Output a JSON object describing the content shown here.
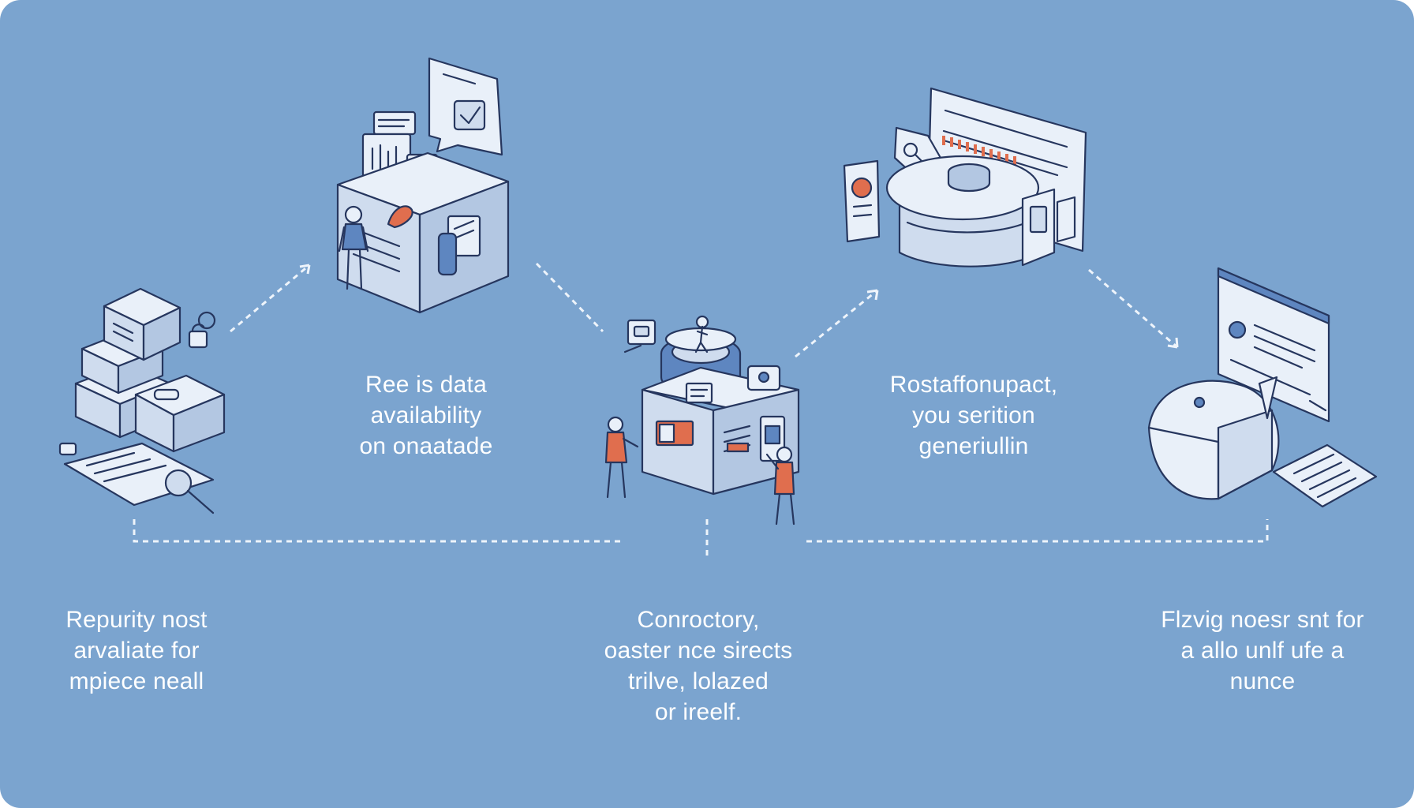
{
  "diagram": {
    "colors": {
      "background": "#7ba4cf",
      "text": "#ffffff",
      "ink": "#26365e",
      "accent": "#e06e4e"
    },
    "labels": {
      "step_1": "Ree is data\navailability\non onaatade",
      "step_2": "Rostaffonupact,\nyou serition\ngeneriullin",
      "step_3": "Repurity nost\narvaliate for\nmpiece neall",
      "step_4": "Conroctory,\noaster nce sirects\ntrilve, lolazed\nor ireelf.",
      "step_5": "Flzvig noesr snt for\na allo unlf ufe a\nnunce"
    },
    "icons": [
      "server-boxes-icon",
      "store-kiosk-icon",
      "central-platform-icon",
      "database-cylinder-icon",
      "presentation-screen-icon"
    ]
  }
}
